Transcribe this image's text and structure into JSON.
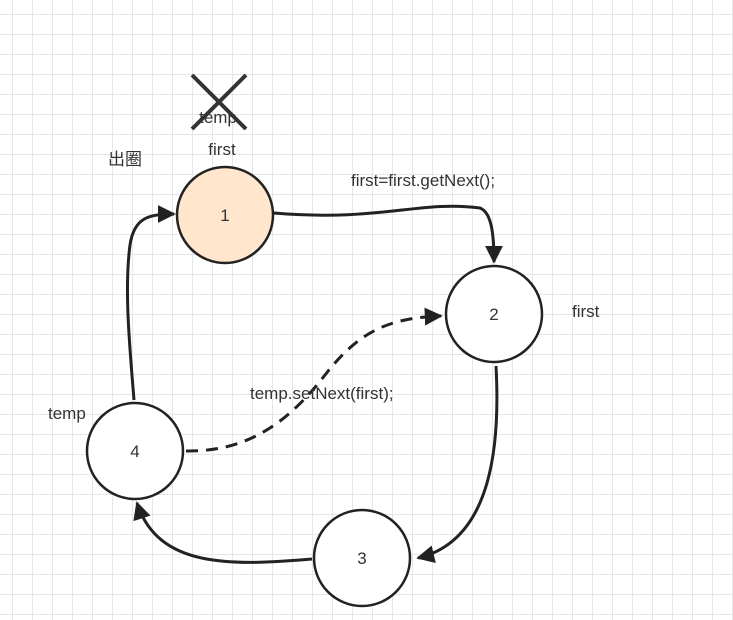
{
  "colors": {
    "stroke": "#222222",
    "text": "#333333",
    "node_fill_default": "#ffffff",
    "node_fill_highlight": "#ffe6cc",
    "grid": "#e6e6e6"
  },
  "nodes": [
    {
      "id": "1",
      "label": "1"
    },
    {
      "id": "2",
      "label": "2"
    },
    {
      "id": "3",
      "label": "3"
    },
    {
      "id": "4",
      "label": "4"
    }
  ],
  "edges": [
    {
      "from": "1",
      "to": "2",
      "style": "solid",
      "label": "first=first.getNext();"
    },
    {
      "from": "2",
      "to": "3",
      "style": "solid",
      "label": ""
    },
    {
      "from": "3",
      "to": "4",
      "style": "solid",
      "label": ""
    },
    {
      "from": "4",
      "to": "1",
      "style": "solid",
      "label": ""
    },
    {
      "from": "4",
      "to": "2",
      "style": "dashed",
      "label": "temp.setNext(first);"
    }
  ],
  "labels": {
    "removed_temp": "temp",
    "first_old": "first",
    "out_of_circle": "出圈",
    "first_new": "first",
    "temp_new": "temp"
  },
  "icons": {
    "removed_marker": "x-cross-icon"
  }
}
